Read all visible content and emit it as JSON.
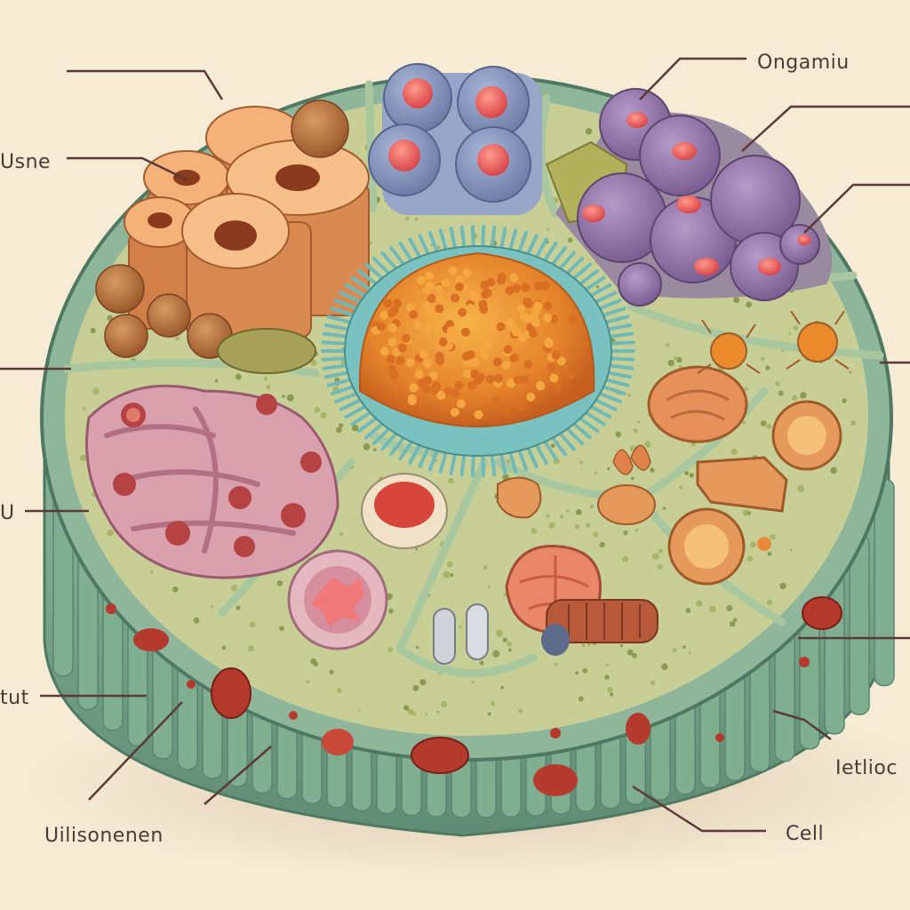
{
  "labels": {
    "ongamiu": "Ongamiu",
    "usne": "Usne",
    "u": "U",
    "tut": "tut",
    "uilisonenen": "Uilisonenen",
    "cell": "Cell",
    "ietlio": "Ietlioc"
  },
  "colors": {
    "background": "#f6ecd6",
    "membrane": "#79a28a",
    "cytoplasm": "#c9d49e",
    "nucleus": "#e98a2c",
    "nucleus_fringe": "#79c2c0",
    "leader": "#5a3a36",
    "label_text": "#4a3a34"
  }
}
